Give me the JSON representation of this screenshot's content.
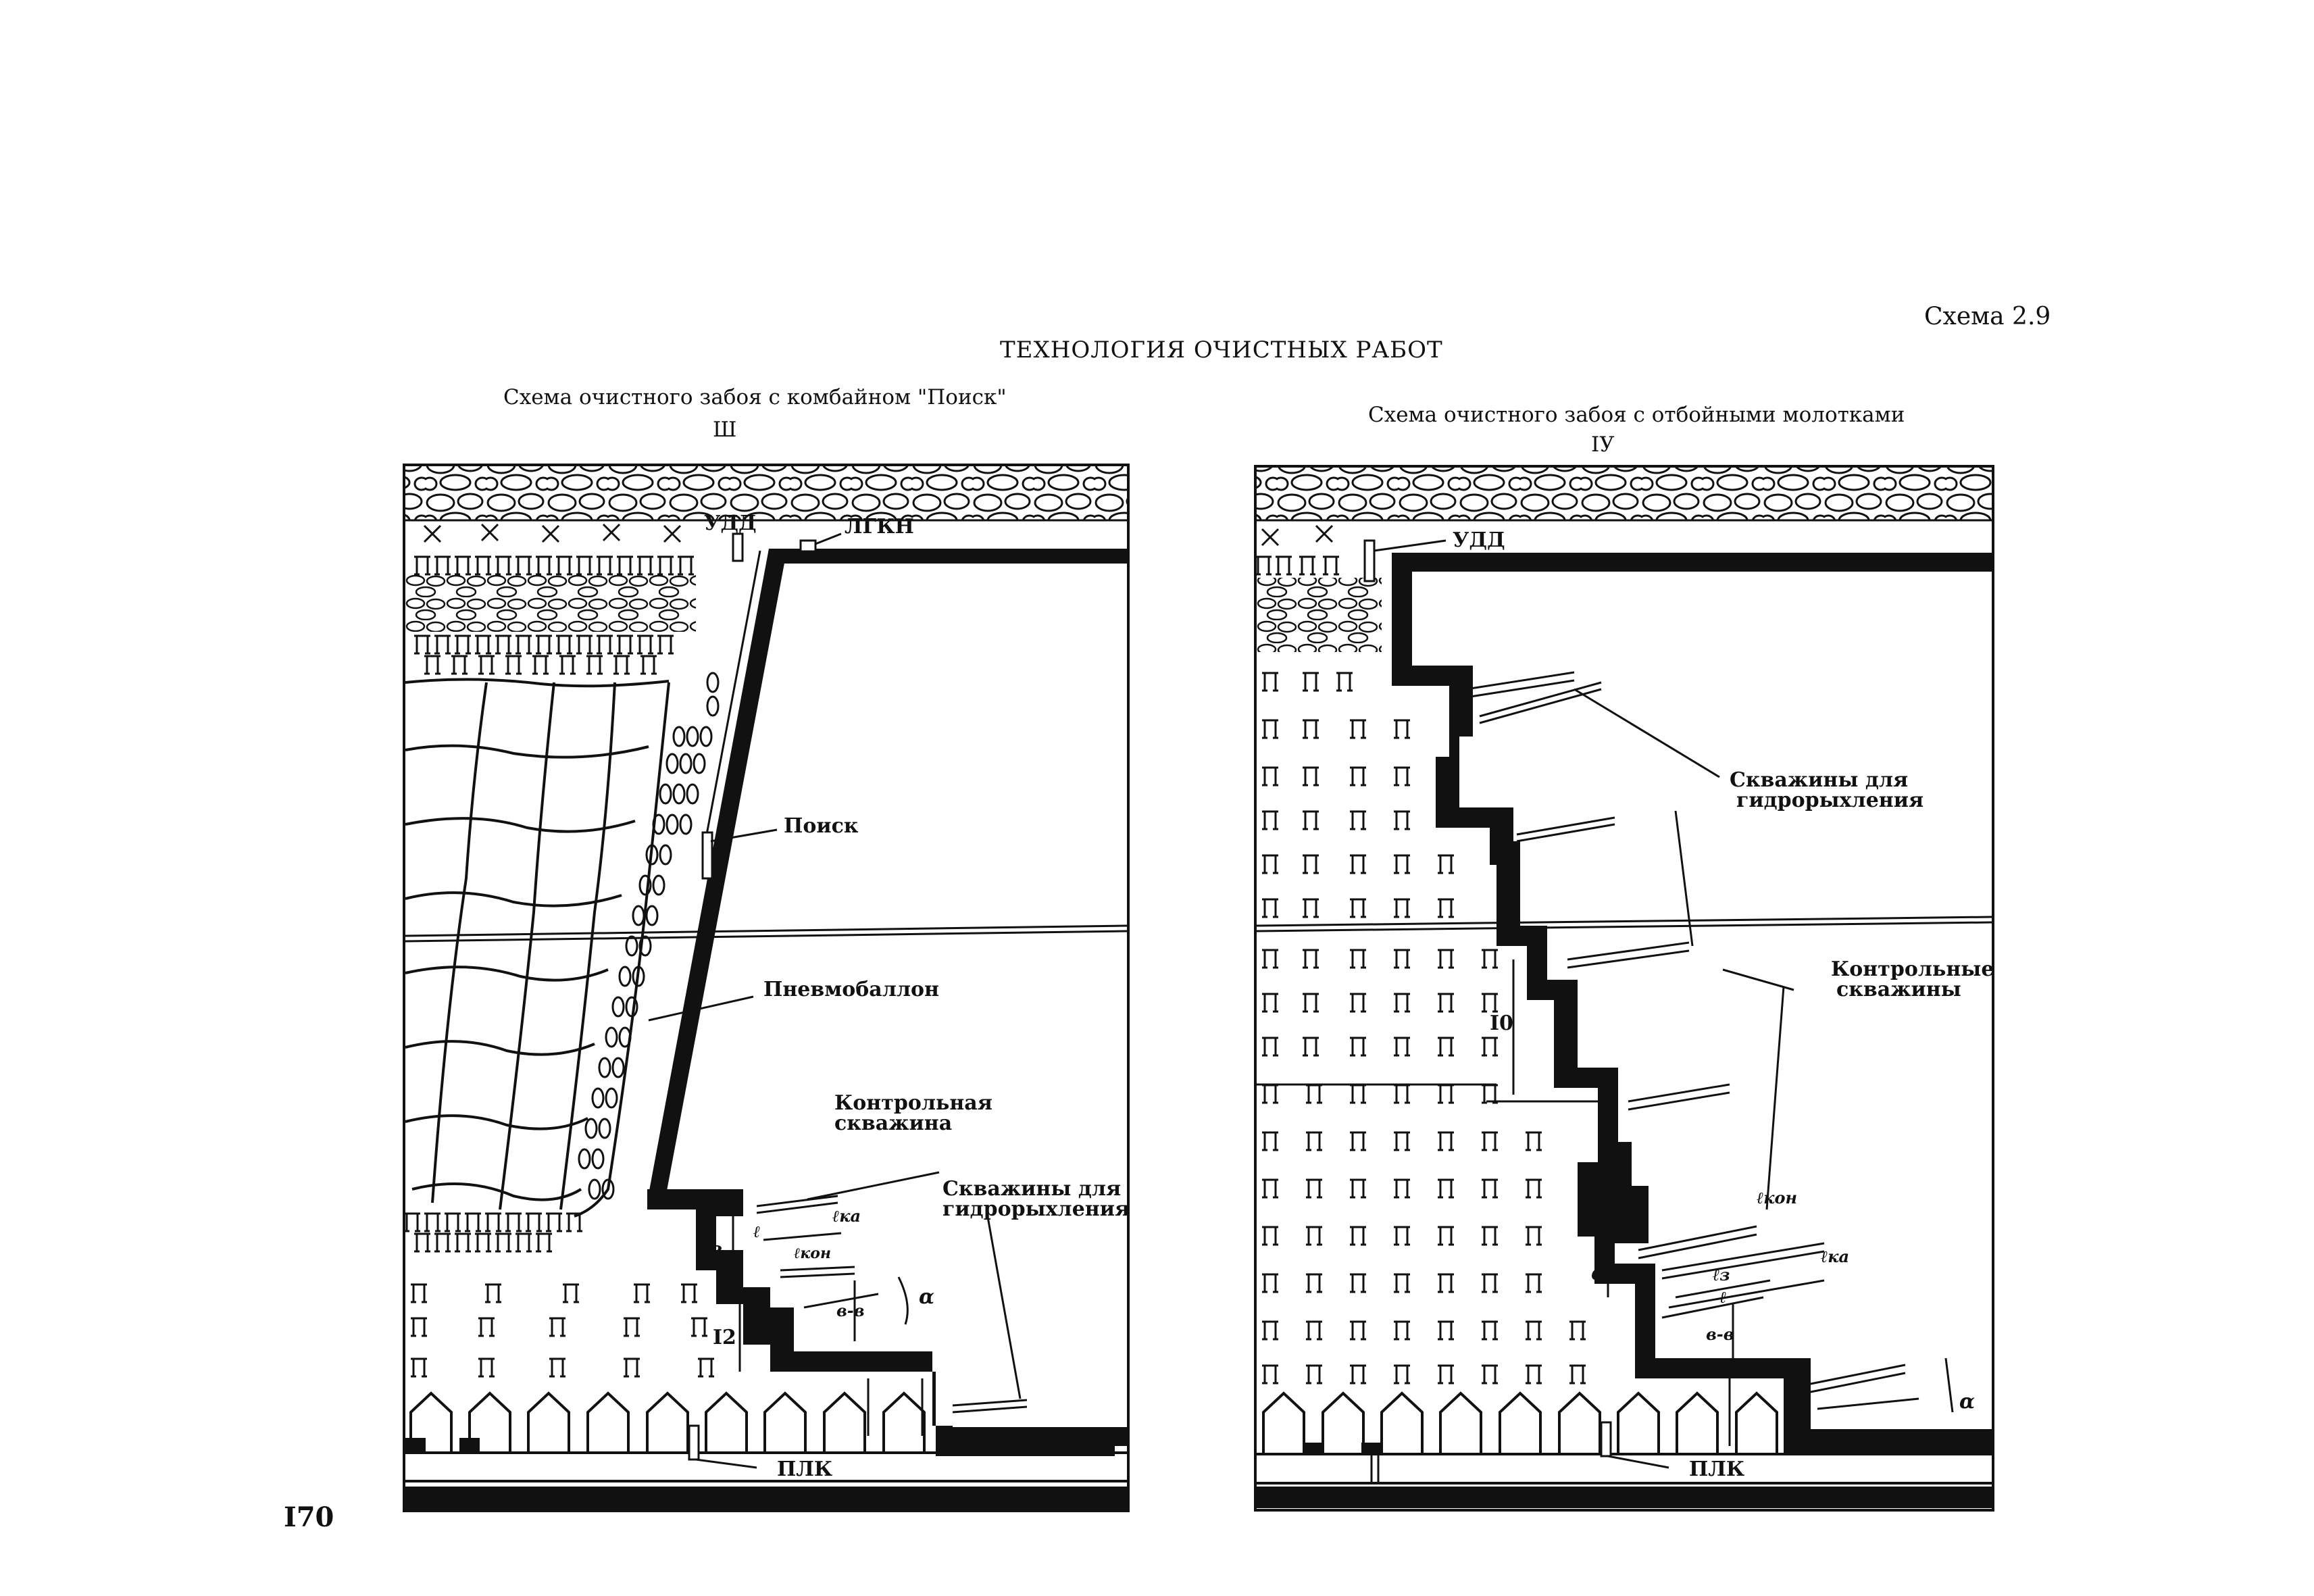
{
  "header": {
    "main_title": "ТЕХНОЛОГИЯ ОЧИСТНЫХ РАБОТ",
    "schema_number": "Схема 2.9",
    "page_number": "I70"
  },
  "diagrams": [
    {
      "id": "left",
      "title": "Схема очистного забоя с комбайном \"Поиск\"",
      "roman": "Ш",
      "labels": {
        "udd": "УДД",
        "lgkn": "ЛГКН",
        "poisk": "Поиск",
        "pnevmoballon": "Пневмобаллон",
        "control_well_1": "Контрольная",
        "control_well_2": "скважина",
        "wells_1": "Скважины для",
        "wells_2": "гидрорыхления",
        "plk": "ПЛК",
        "dim_b": "в",
        "dim_12": "I2",
        "dim_bv": "в-в",
        "dim_alpha": "α",
        "dim_l": "ℓ",
        "dim_lka": "ℓкa",
        "dim_lkon": "ℓкон"
      }
    },
    {
      "id": "right",
      "title": "Схема очистного забоя с отбойными молотками",
      "roman": "IУ",
      "labels": {
        "udd": "УДД",
        "wells_1": "Скважины для",
        "wells_2": "гидрорыхления",
        "control_1": "Контрольные",
        "control_2": "скважины",
        "plk": "ПЛК",
        "dim_10": "I0",
        "dim_b": "в",
        "dim_bv": "в-в",
        "dim_alpha": "α",
        "dim_lkon": "ℓкон",
        "dim_lka": "ℓкa",
        "dim_lz": "ℓз",
        "dim_l": "ℓ"
      }
    }
  ]
}
